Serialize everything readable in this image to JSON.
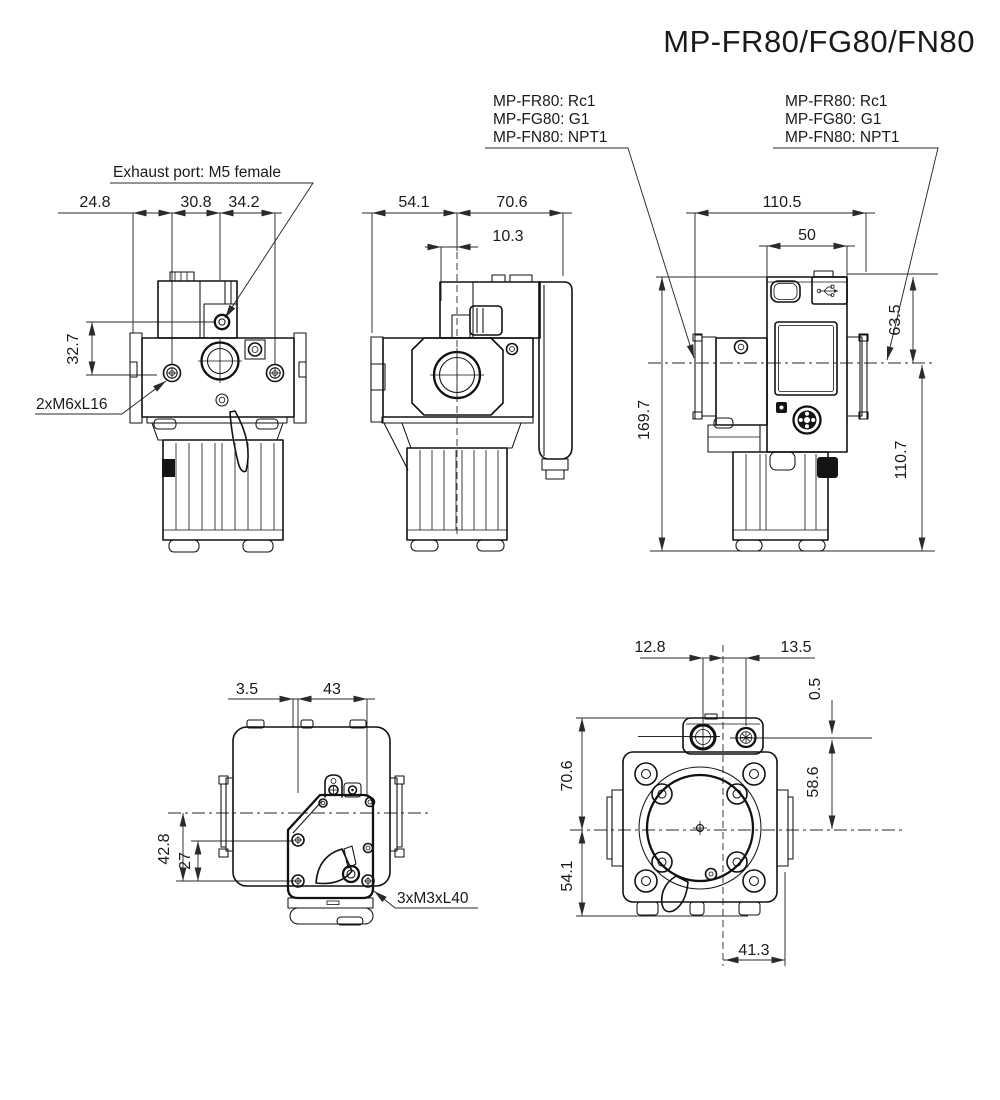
{
  "title": "MP-FR80/FG80/FN80",
  "callouts": {
    "port_spec_left": [
      "MP-FR80: Rc1",
      "MP-FG80: G1",
      "MP-FN80: NPT1"
    ],
    "port_spec_right": [
      "MP-FR80: Rc1",
      "MP-FG80: G1",
      "MP-FN80: NPT1"
    ],
    "exhaust_port": "Exhaust port: M5 female",
    "front_mount_thread": "2xM6xL16",
    "top_mount_thread": "3xM3xL40"
  },
  "views": {
    "front": {
      "dim_left": "24.8",
      "dim_mid": "30.8",
      "dim_right": "34.2",
      "dim_vertical": "32.7"
    },
    "side": {
      "dim_left": "54.1",
      "dim_right": "70.6",
      "dim_port_offset": "10.3"
    },
    "rear": {
      "dim_overall_width": "110.5",
      "dim_body_width": "50",
      "dim_top_to_center": "63.5",
      "dim_overall_height": "169.7",
      "dim_center_to_base": "110.7"
    },
    "top": {
      "dim_offset": "3.5",
      "dim_plate_width": "43",
      "dim_center_to_edge": "42.8",
      "dim_screw_span": "27"
    },
    "bottom": {
      "dim_exhaust_offset": "12.8",
      "dim_port_offset": "13.5",
      "dim_port_rise": "0.5",
      "dim_top_to_center": "70.6",
      "dim_port_to_center": "58.6",
      "dim_center_to_base": "54.1",
      "dim_foot_offset": "41.3"
    }
  },
  "colors": {
    "drawing_line": "#111111",
    "dimension_line": "#2a2a2a",
    "background": "#ffffff"
  }
}
